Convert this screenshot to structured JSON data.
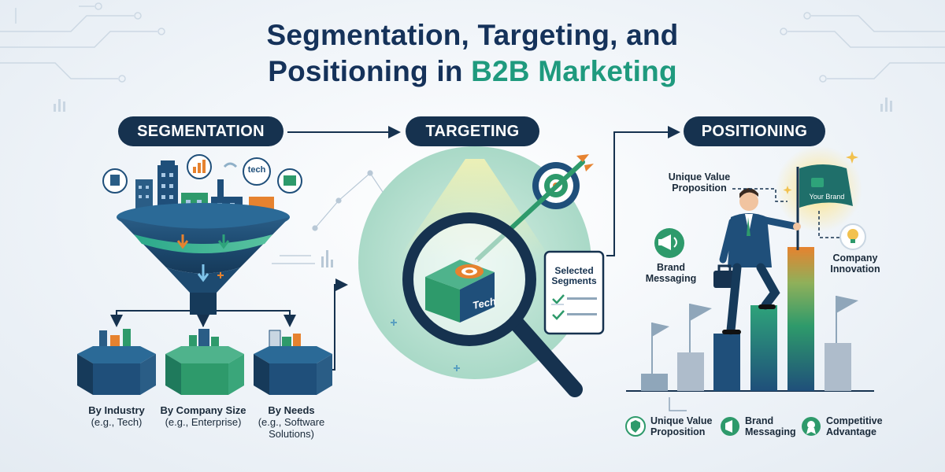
{
  "title": {
    "line1": "Segmentation, Targeting, and",
    "line2_prefix": "Positioning in ",
    "line2_accent": "B2B Marketing"
  },
  "stages": {
    "segmentation": "SEGMENTATION",
    "targeting": "TARGETING",
    "positioning": "POSITIONING"
  },
  "segments": [
    {
      "name": "By Industry",
      "example": "(e.g., Tech)"
    },
    {
      "name": "By Company Size",
      "example": "(e.g., Enterprise)"
    },
    {
      "name": "By Needs",
      "example_line1": "(e.g., Software",
      "example_line2": "Solutions)"
    }
  ],
  "funnel_tag": "tech",
  "targeting": {
    "box_label": "Tech",
    "checklist_line1": "Selected",
    "checklist_line2": "Segments"
  },
  "positioning": {
    "uvp_line1": "Unique Value",
    "uvp_line2": "Proposition",
    "brand_line1": "Brand",
    "brand_line2": "Messaging",
    "innovation_line1": "Company",
    "innovation_line2": "Innovation",
    "flag_text": "Your Brand"
  },
  "legend": [
    {
      "line1": "Unique Value",
      "line2": "Proposition"
    },
    {
      "line1": "Brand",
      "line2": "Messaging"
    },
    {
      "line1": "Competitive",
      "line2": "Advantage"
    }
  ],
  "colors": {
    "navy": "#16324f",
    "teal": "#1f9a7e",
    "green": "#2e9a5b",
    "orange": "#e6822f",
    "dark_blue": "#1f4f7a"
  }
}
